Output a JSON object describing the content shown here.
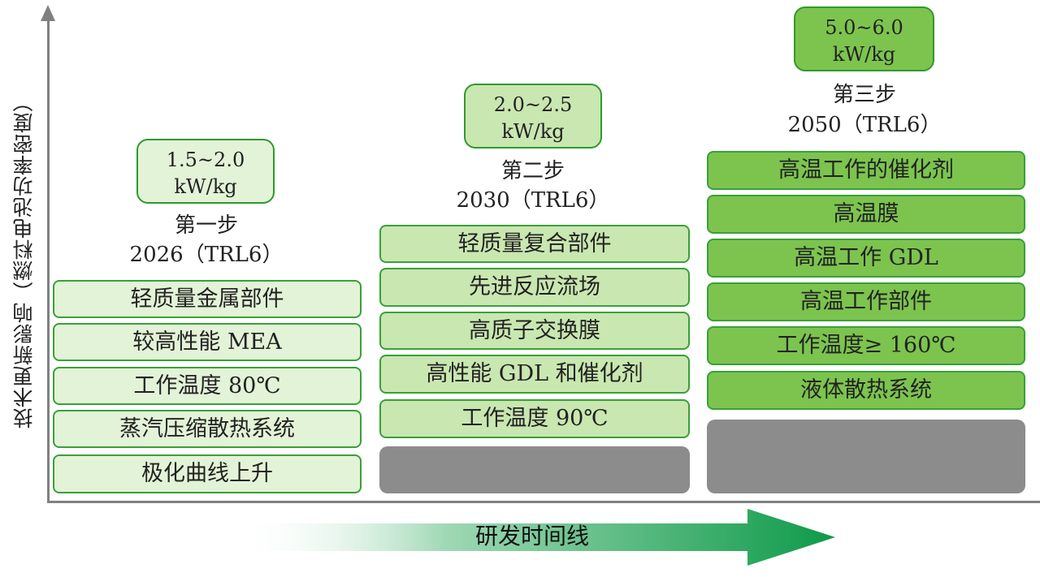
{
  "y_axis_label": "技术更新影响（燃料电池功率密度）",
  "timeline_label": "研发时间线",
  "colors": {
    "light_fill": "#e3f3d7",
    "medium_fill": "#c1e3a4",
    "dark_fill": "#7cc44e",
    "border": "#39a039",
    "gray": "#8c8c8c",
    "axis": "#808080",
    "arrow_end": "#0e9a4a"
  },
  "stages": [
    {
      "target_line1": "1.5~2.0",
      "target_line2": "kW/kg",
      "title": "第一步",
      "year": "2026（TRL6）",
      "items": [
        "轻质量金属部件",
        "较高性能 MEA",
        "工作温度 80℃",
        "蒸汽压缩散热系统",
        "极化曲线上升"
      ]
    },
    {
      "target_line1": "2.0~2.5",
      "target_line2": "kW/kg",
      "title": "第二步",
      "year": "2030（TRL6）",
      "items": [
        "轻质量复合部件",
        "先进反应流场",
        "高质子交换膜",
        "高性能 GDL 和催化剂",
        "工作温度 90℃"
      ]
    },
    {
      "target_line1": "5.0~6.0",
      "target_line2": "kW/kg",
      "title": "第三步",
      "year": "2050（TRL6）",
      "items": [
        "高温工作的催化剂",
        "高温膜",
        "高温工作 GDL",
        "高温工作部件",
        "工作温度≥ 160℃",
        "液体散热系统"
      ]
    }
  ]
}
